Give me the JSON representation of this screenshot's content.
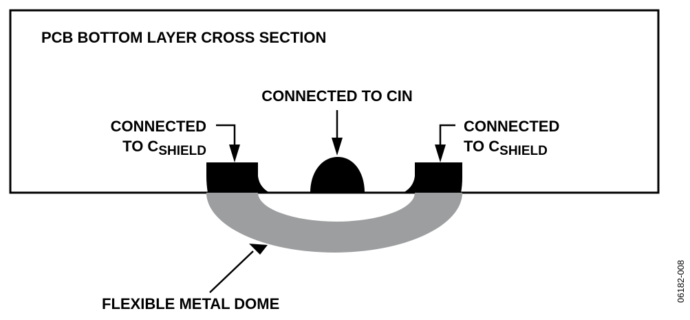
{
  "diagram": {
    "title": "PCB BOTTOM LAYER CROSS SECTION",
    "labels": {
      "left_pad_line1": "CONNECTED",
      "left_pad_line2_prefix": "TO C",
      "left_pad_line2_subscript": "SHIELD",
      "center_pad": "CONNECTED TO CIN",
      "right_pad_line1": "CONNECTED",
      "right_pad_line2_prefix": "TO C",
      "right_pad_line2_subscript": "SHIELD",
      "dome": "FLEXIBLE METAL DOME"
    },
    "figure_id": "06182-008",
    "colors": {
      "pcb_outline": "#000000",
      "pads": "#000000",
      "dome": "#9d9e9f",
      "background": "#ffffff"
    }
  }
}
